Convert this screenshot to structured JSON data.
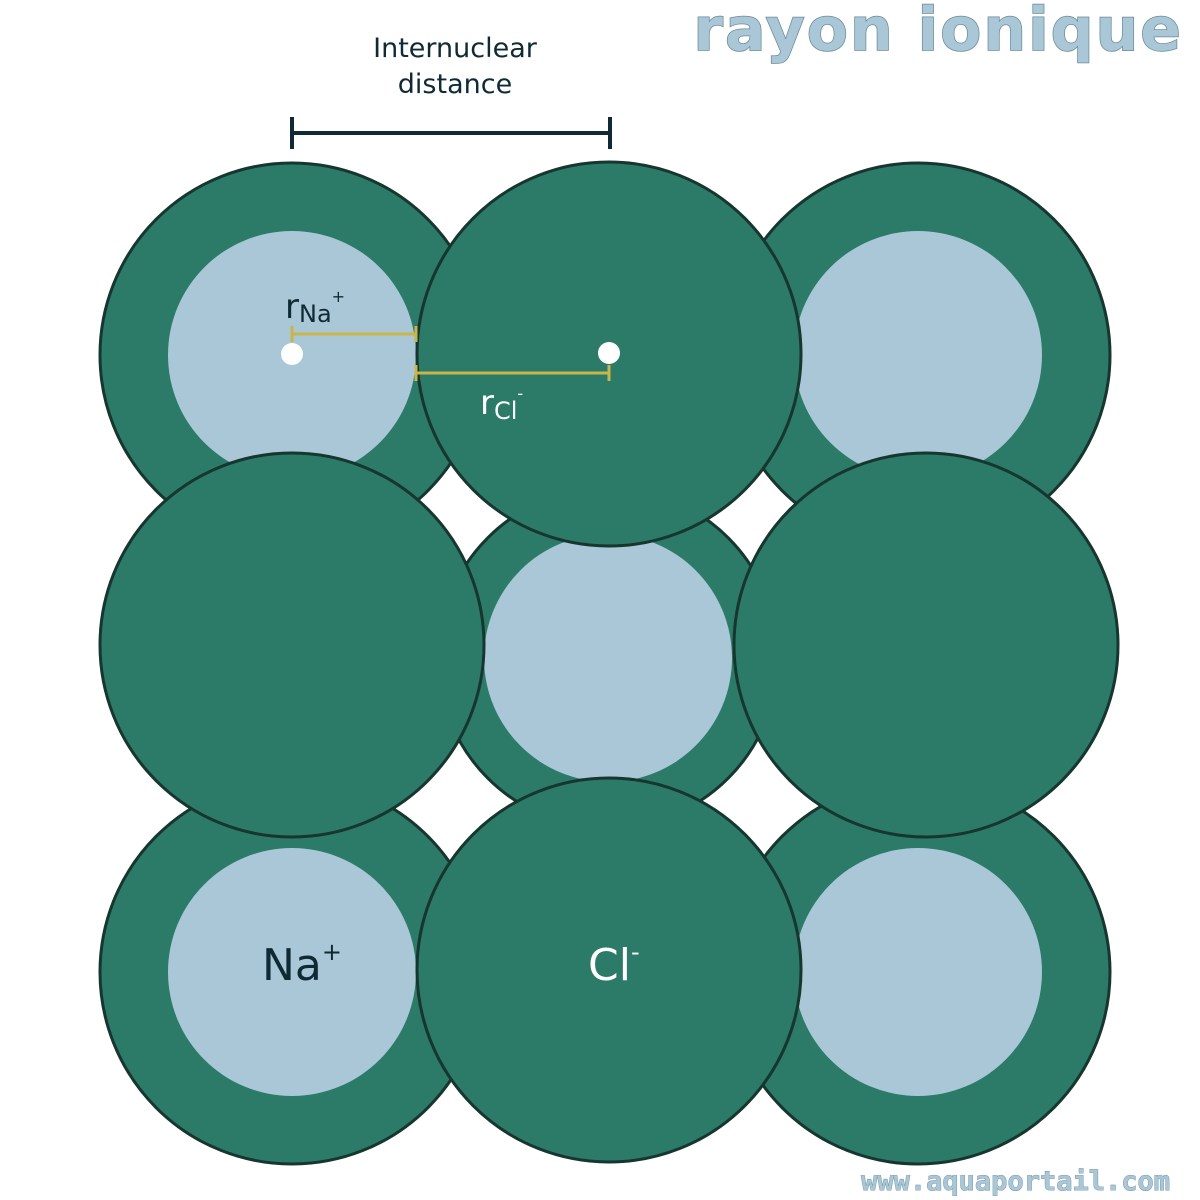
{
  "title": "rayon ionique",
  "watermark": "www.aquaportail.com",
  "internuclear_label_line1": "Internuclear",
  "internuclear_label_line2": "distance",
  "r_na_main": "r",
  "r_na_sub": "Na",
  "r_na_sup": "+",
  "r_cl_main": "r",
  "r_cl_sub": "Cl",
  "r_cl_sup": "-",
  "na_label": "Na",
  "na_sup": "+",
  "cl_label": "Cl",
  "cl_sup": "-",
  "colors": {
    "cl_ion": "#2c7a68",
    "na_ion": "#a9c7d6",
    "outline": "#16362f",
    "radius_line": "#c8b64a",
    "title": "#a9c7d6"
  }
}
